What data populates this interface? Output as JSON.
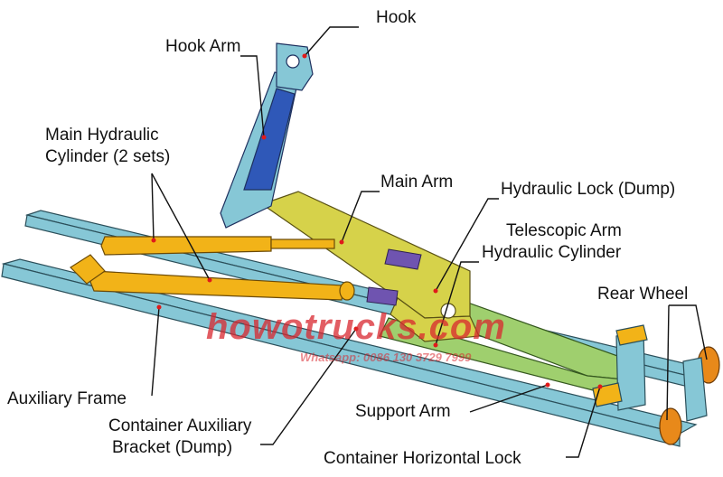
{
  "labels": {
    "hook": "Hook",
    "hook_arm": "Hook Arm",
    "main_cyl_line1": "Main Hydraulic",
    "main_cyl_line2": "Cylinder (2 sets)",
    "main_arm": "Main Arm",
    "hyd_lock": "Hydraulic Lock (Dump)",
    "tele_line1": "Telescopic Arm",
    "tele_line2": "Hydraulic Cylinder",
    "rear_wheel": "Rear Wheel",
    "aux_frame": "Auxiliary Frame",
    "cab_line1": "Container Auxiliary",
    "cab_line2": "Bracket (Dump)",
    "support_arm": "Support Arm",
    "chl": "Container Horizontal Lock"
  },
  "watermark": {
    "main": "howotrucks.com",
    "sub": "Whatsapp: 0086 130 3729 7999",
    "color": "#d9282f"
  },
  "colors": {
    "frame": "#86c7d6",
    "main_arm": "#d6d24a",
    "hook_arm": "#2f58b8",
    "cylinder": "#f2b318",
    "support_arm": "#9fcf6e",
    "wheel": "#e8891a",
    "purple": "#6f54b0",
    "leader": "#111111",
    "dot": "#e01a1a"
  }
}
